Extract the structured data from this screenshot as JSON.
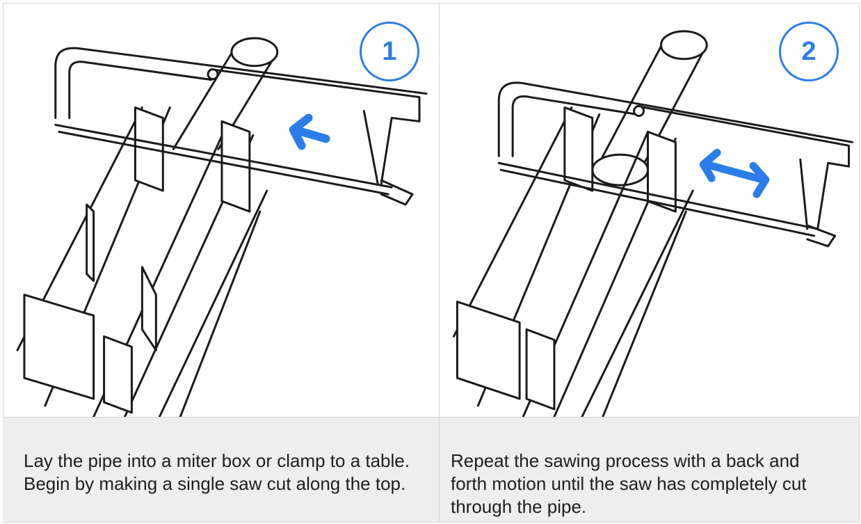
{
  "steps": [
    {
      "number": "1",
      "text": "Lay the pipe into a miter box or clamp to a table.  Begin by making a single saw cut along the top."
    },
    {
      "number": "2",
      "text": "Repeat the sawing process with a back and forth motion until the saw has completely cut through the pipe."
    }
  ],
  "colors": {
    "accent": "#2b7de9",
    "caption_bg": "#eeeeee",
    "line": "#1a1a1a"
  },
  "icons": {
    "step1_arrow": "arrow-left-icon",
    "step2_arrow": "double-arrow-icon"
  }
}
